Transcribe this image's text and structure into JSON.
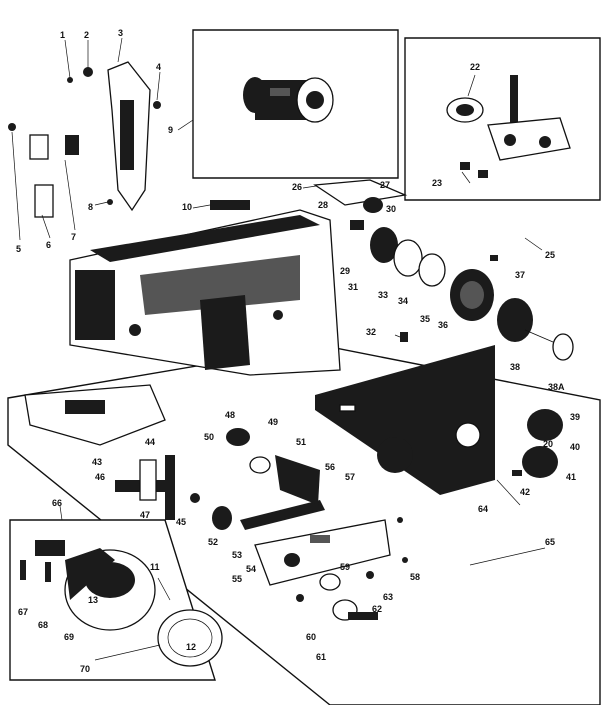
{
  "figure": {
    "part_numbers": [
      "1",
      "2",
      "3",
      "4",
      "5",
      "6",
      "7",
      "8",
      "9",
      "10",
      "11",
      "12",
      "13",
      "20",
      "22",
      "23",
      "25",
      "26",
      "27",
      "28",
      "29",
      "30",
      "31",
      "32",
      "33",
      "34",
      "35",
      "36",
      "37",
      "38",
      "38A",
      "39",
      "40",
      "41",
      "42",
      "43",
      "44",
      "45",
      "46",
      "47",
      "48",
      "49",
      "50",
      "51",
      "52",
      "53",
      "54",
      "55",
      "56",
      "57",
      "58",
      "59",
      "60",
      "61",
      "62",
      "63",
      "64",
      "65",
      "66",
      "67",
      "68",
      "69",
      "70"
    ]
  },
  "colors": {
    "ink": "#1b1b1b",
    "paper": "#ffffff"
  }
}
